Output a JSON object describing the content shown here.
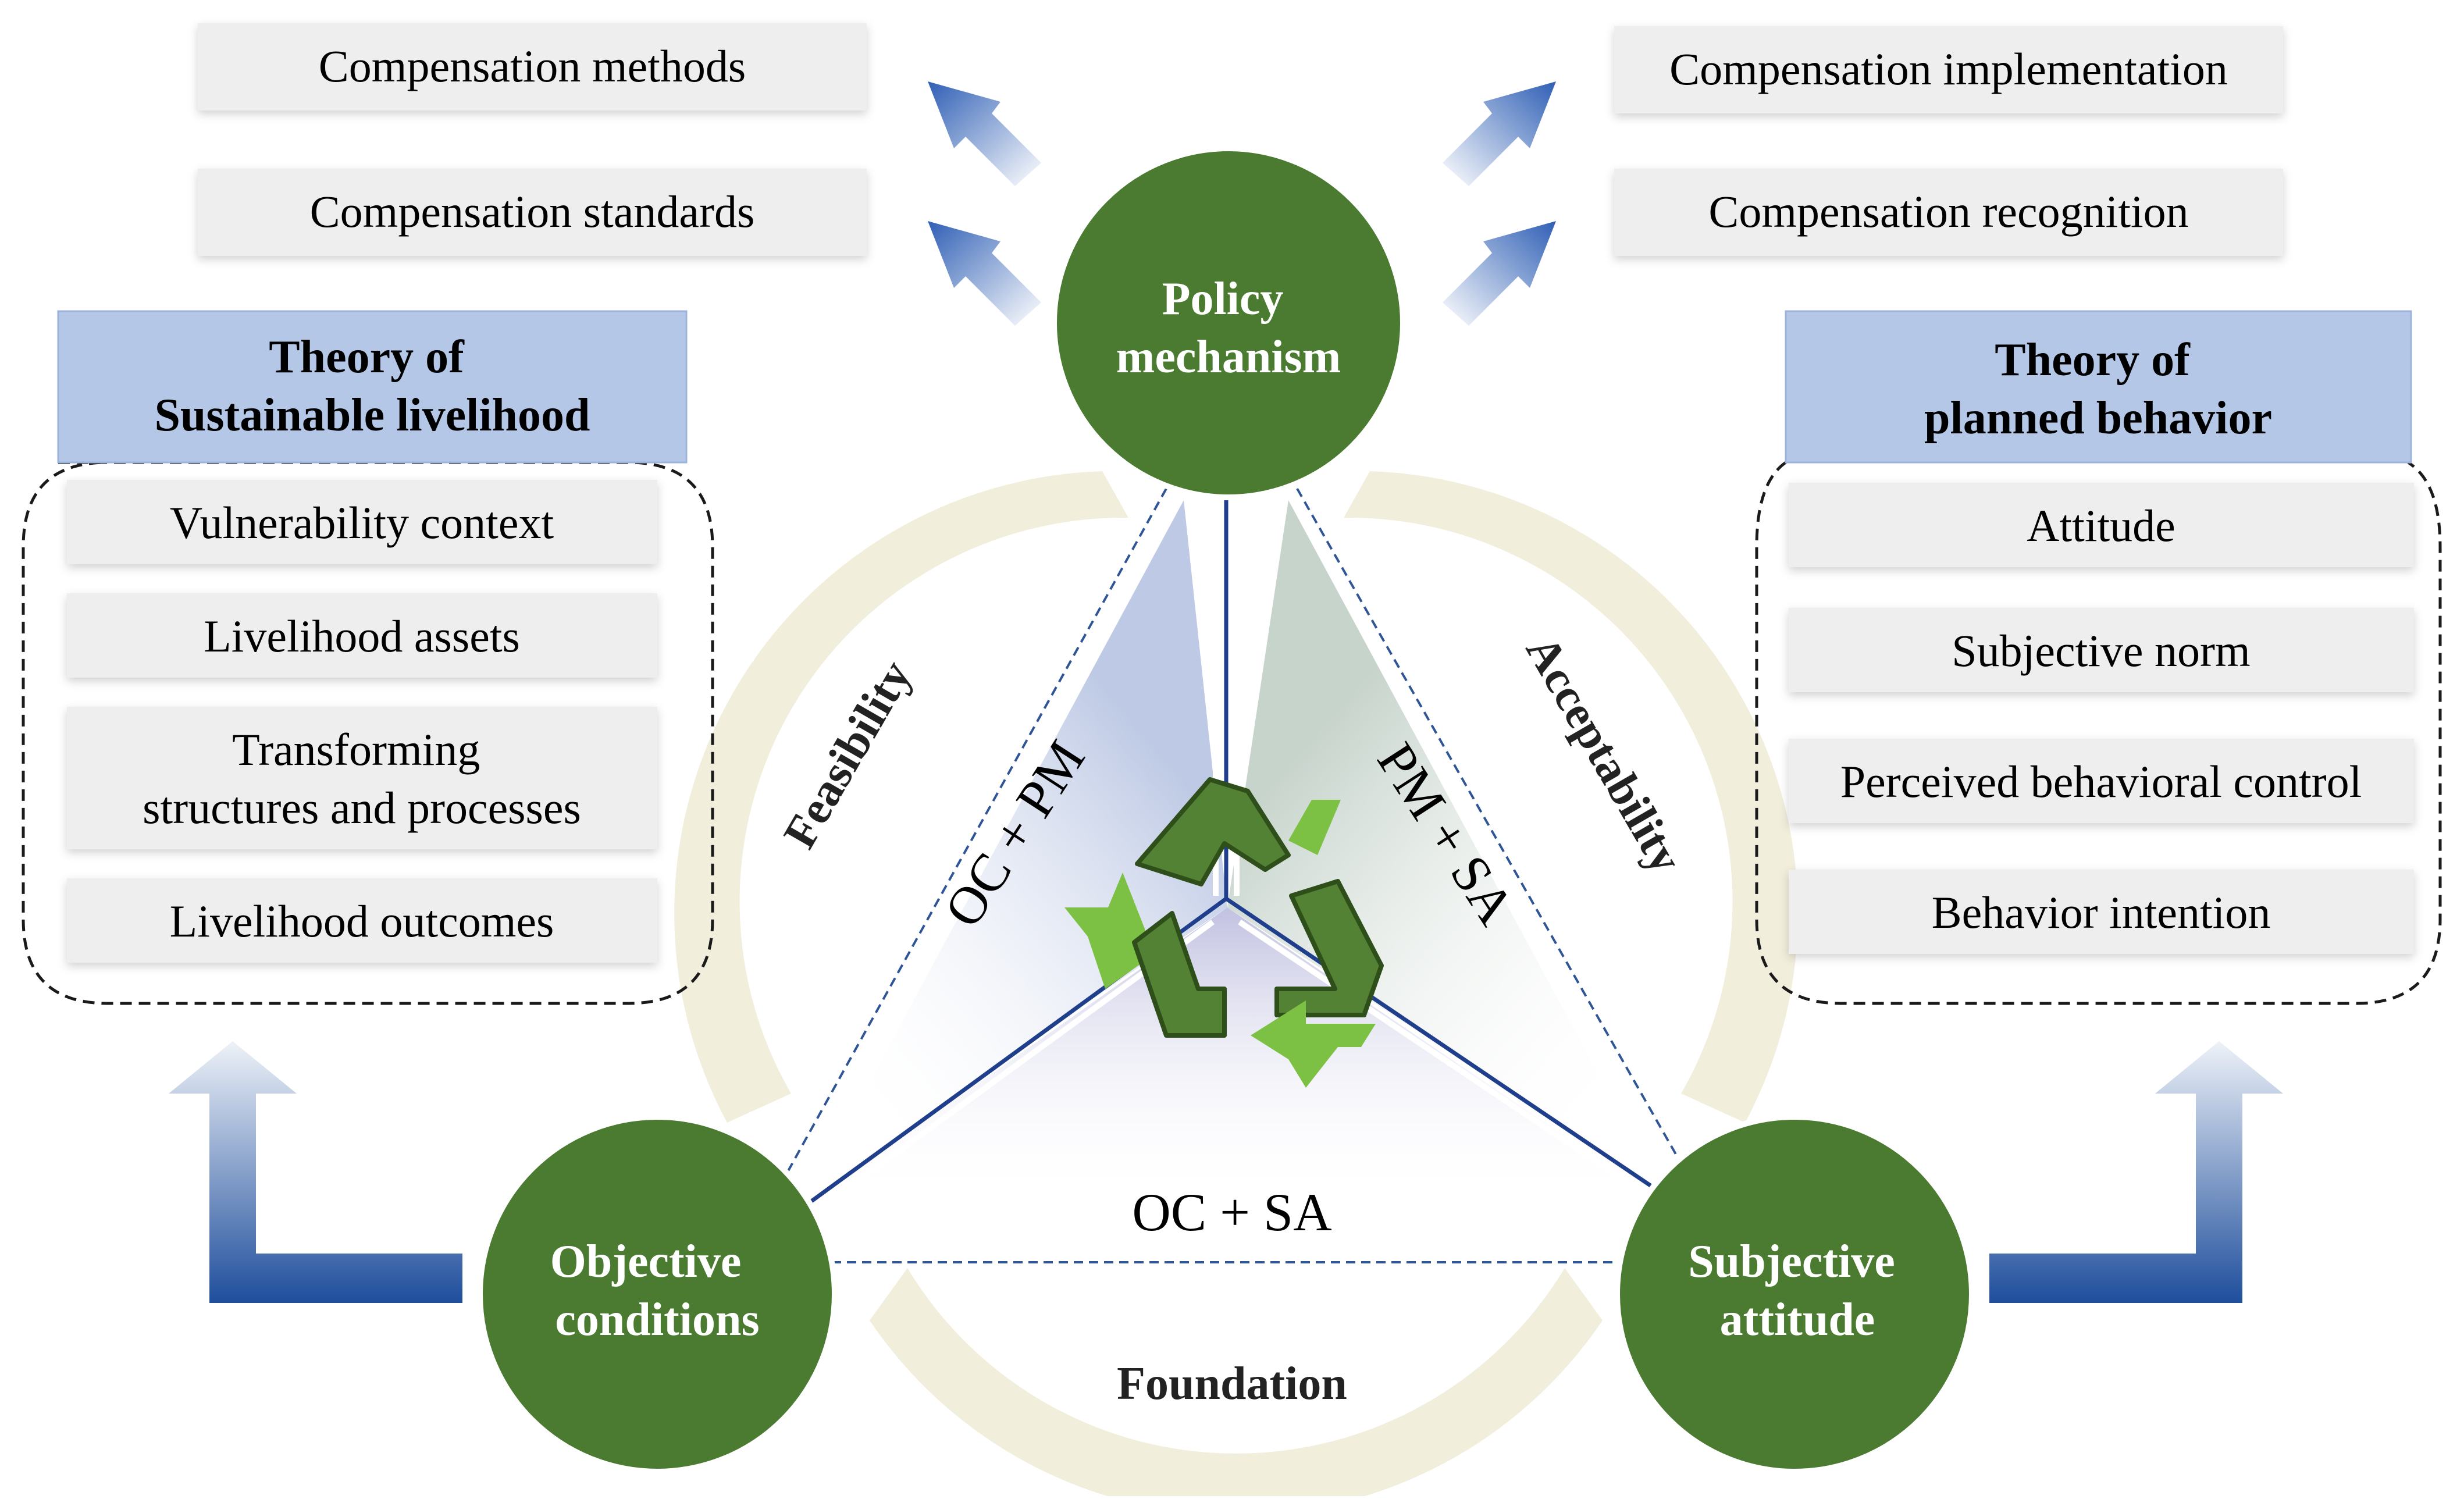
{
  "nodes": {
    "policy": [
      "Policy",
      "mechanism"
    ],
    "objective": [
      "Objective",
      "conditions"
    ],
    "subjective": [
      "Subjective",
      "attitude"
    ]
  },
  "edge_labels": {
    "oc_pm": "OC + PM",
    "pm_sa": "PM + SA",
    "oc_sa": "OC + SA"
  },
  "arc_labels": {
    "feasibility": "Feasibility",
    "acceptability": "Acceptability",
    "foundation": "Foundation"
  },
  "compensation": {
    "methods": "Compensation methods",
    "standards": "Compensation standards",
    "implementation": "Compensation implementation",
    "recognition": "Compensation recognition"
  },
  "sustainable_livelihood": {
    "title": [
      "Theory of",
      "Sustainable livelihood"
    ],
    "items": [
      [
        "Vulnerability context"
      ],
      [
        "Livelihood assets"
      ],
      [
        "Transforming",
        "structures and processes"
      ],
      [
        "Livelihood outcomes"
      ]
    ]
  },
  "planned_behavior": {
    "title": [
      "Theory of",
      "planned behavior"
    ],
    "items": [
      "Attitude",
      "Subjective norm",
      "Perceived behavioral control",
      "Behavior intention"
    ]
  },
  "colors": {
    "node_green": "#4b7b30",
    "recycle_dark": "#548235",
    "recycle_light": "#7cc143",
    "title_box": "#b4c7e7",
    "item_box": "#eeeeee",
    "line_blue": "#1f3e8c",
    "arc_beige": "#f2eedc"
  }
}
